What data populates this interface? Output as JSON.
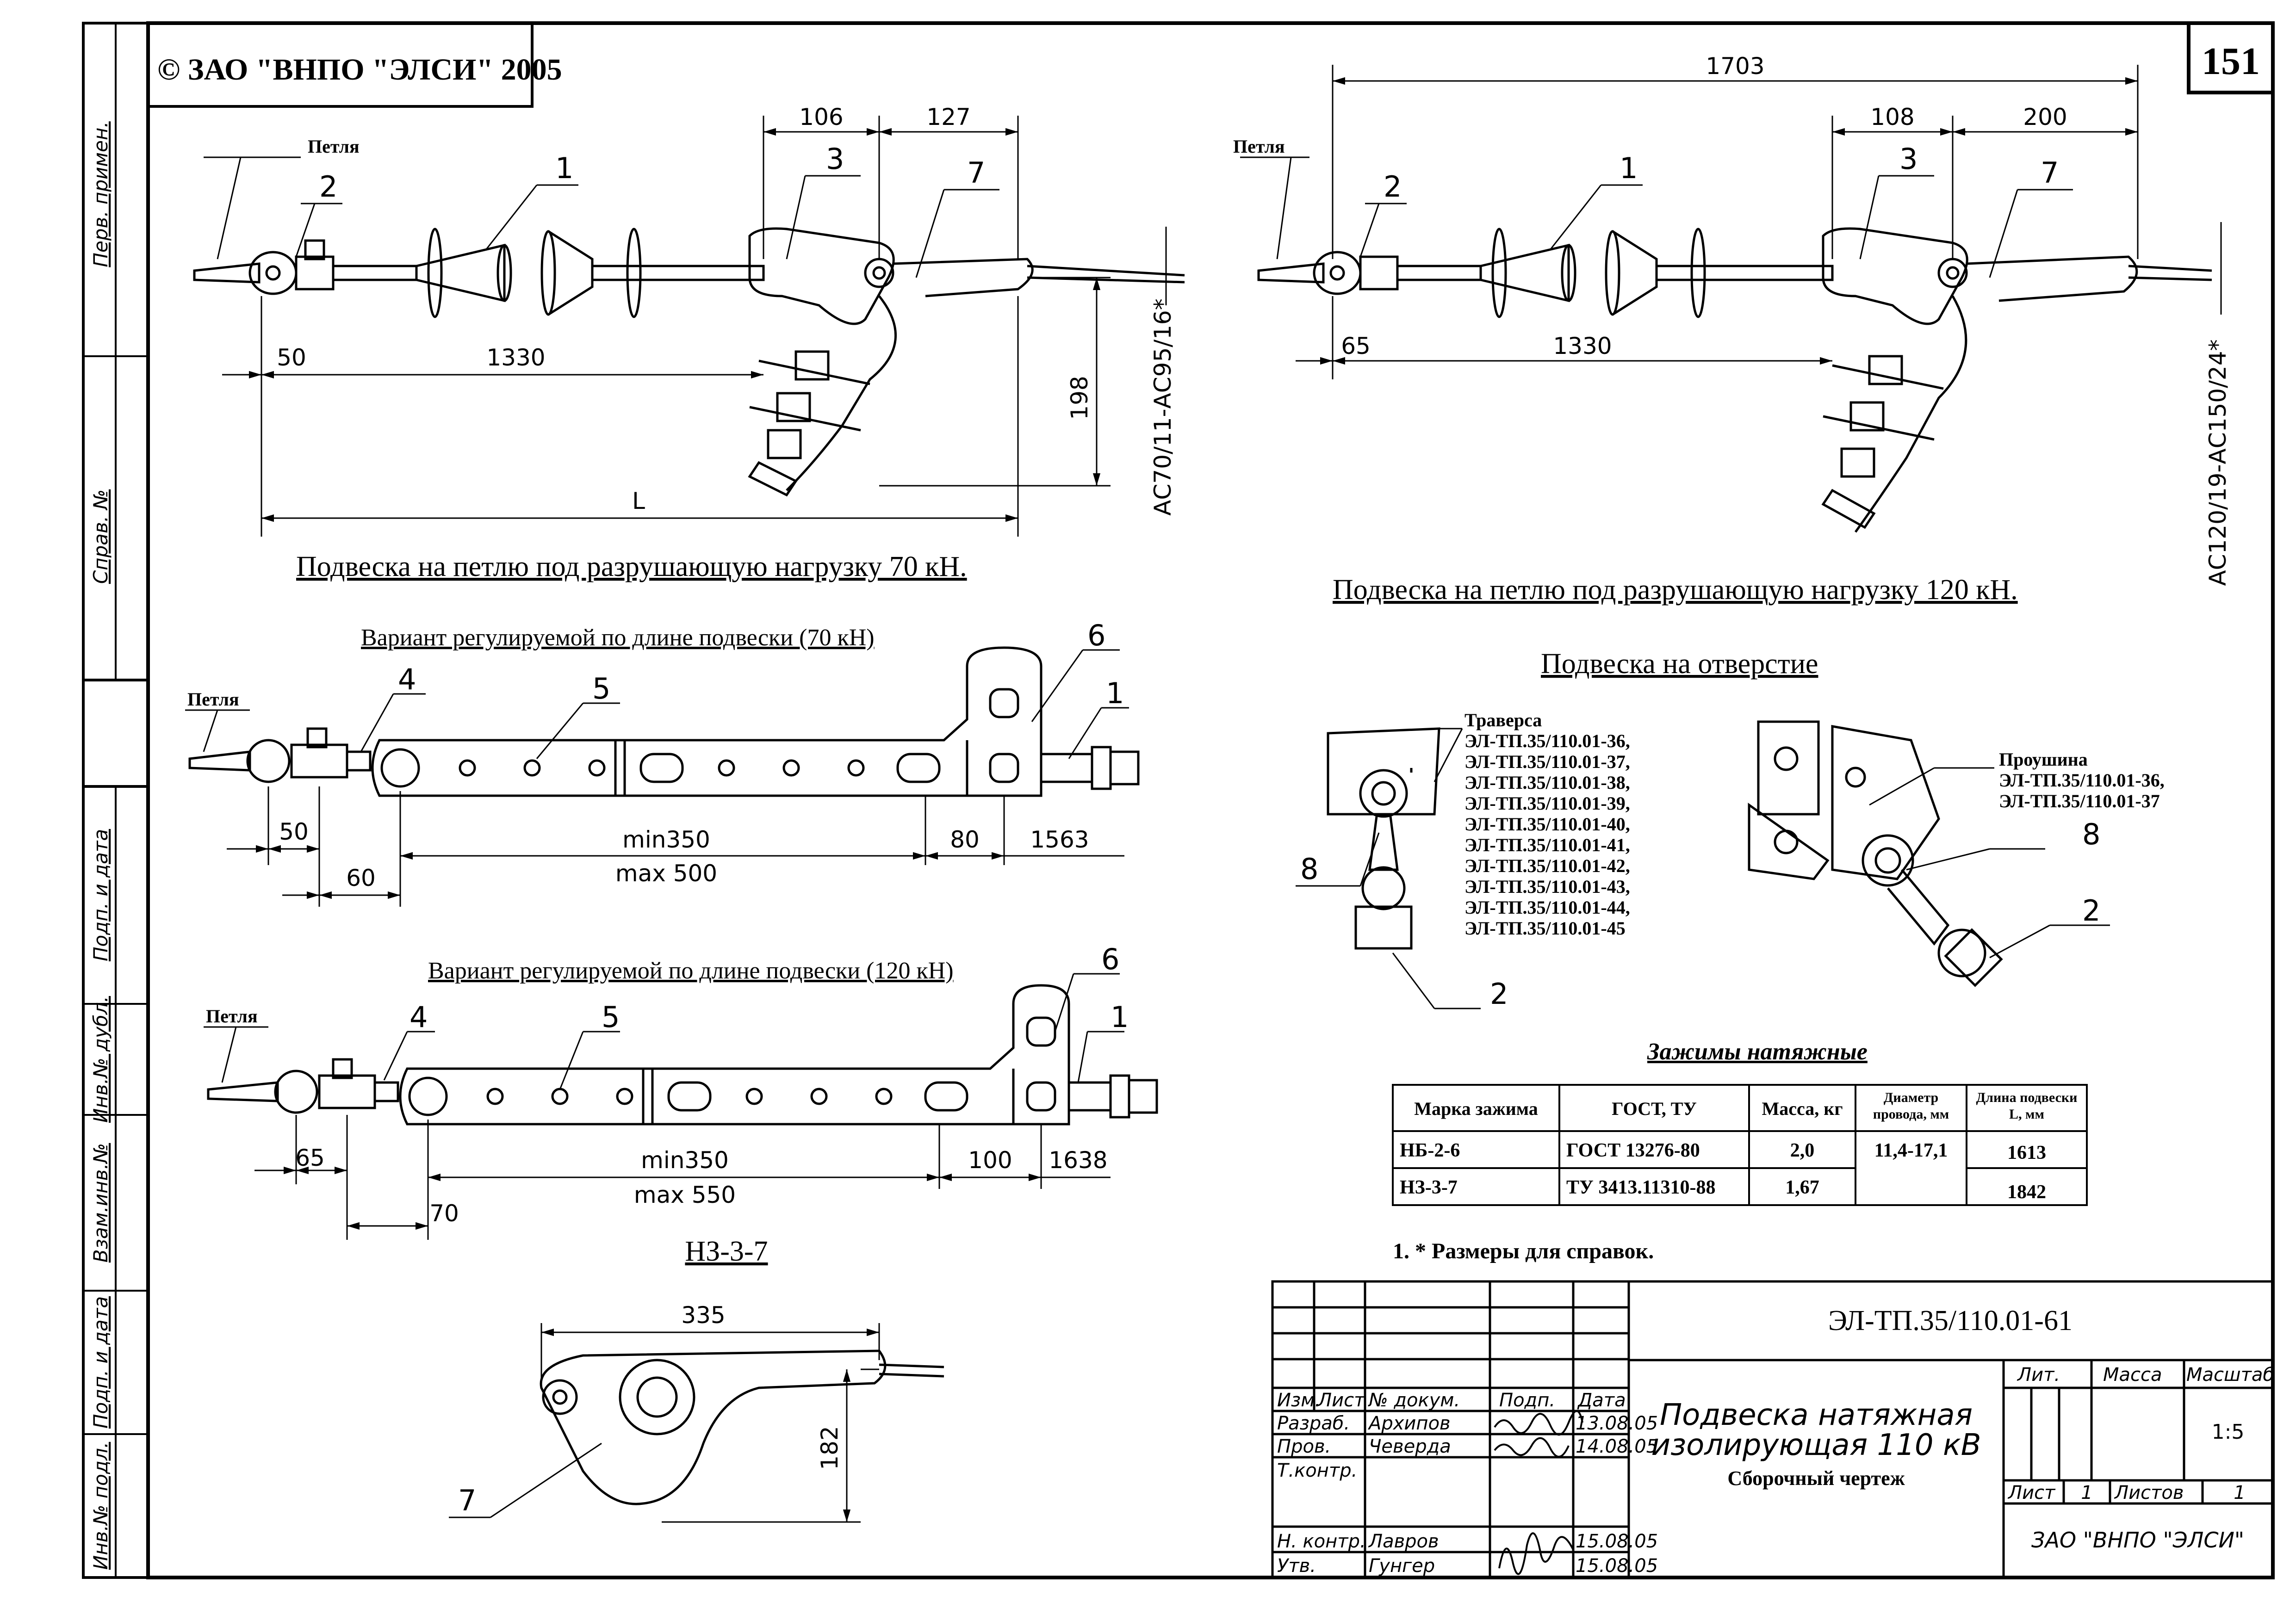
{
  "header": {
    "copyright": "© ЗАО \"ВНПО \"ЭЛСИ\" 2005",
    "page_number": "151"
  },
  "side_stamps": {
    "perv_primen": "Перв. примен.",
    "sprav_no": "Справ. №",
    "podp_data_1": "Подп. и дата",
    "inv_dubl": "Инв.№ дубл.",
    "vzam_inv": "Взам.инв.№",
    "podp_data_2": "Подп. и дата",
    "inv_podl": "Инв.№ подл."
  },
  "view_70": {
    "caption": "Подвеска на петлю под разрушающую нагрузку 70 кН.",
    "loop_label": "Петля",
    "dims": {
      "d106": "106",
      "d127": "127",
      "d50": "50",
      "d1330": "1330",
      "d198": "198",
      "dL": "L"
    },
    "wire": "АС70/11-АС95/16*",
    "callouts": [
      "1",
      "2",
      "3",
      "7"
    ]
  },
  "view_120": {
    "caption": "Подвеска на петлю под разрушающую нагрузку 120 кН.",
    "loop_label": "Петля",
    "dims": {
      "d1703": "1703",
      "d108": "108",
      "d200": "200",
      "d65": "65",
      "d1330": "1330"
    },
    "wire": "АС120/19-АС150/24*",
    "callouts": [
      "1",
      "2",
      "3",
      "7"
    ]
  },
  "adj_70": {
    "caption": "Вариант регулируемой по длине подвески (70 кН)",
    "loop_label": "Петля",
    "dims": {
      "d50": "50",
      "d60": "60",
      "min": "min350",
      "max": "max 500",
      "d80": "80",
      "d1563": "1563"
    },
    "callouts": [
      "4",
      "5",
      "6",
      "1"
    ]
  },
  "adj_120": {
    "caption": "Вариант регулируемой по длине подвески (120 кН)",
    "loop_label": "Петля",
    "dims": {
      "d65": "65",
      "d70": "70",
      "min": "min350",
      "max": "max 550",
      "d100": "100",
      "d1638": "1638"
    },
    "callouts": [
      "4",
      "5",
      "6",
      "1"
    ]
  },
  "clamp_nz": {
    "caption": "НЗ-3-7",
    "dims": {
      "d335": "335",
      "d182": "182"
    },
    "callout": "7"
  },
  "hole_mount": {
    "caption": "Подвеска на отверстие",
    "traverse_label": "Траверса",
    "traverse_codes": [
      "ЭЛ-ТП.35/110.01-36,",
      "ЭЛ-ТП.35/110.01-37,",
      "ЭЛ-ТП.35/110.01-38,",
      "ЭЛ-ТП.35/110.01-39,",
      "ЭЛ-ТП.35/110.01-40,",
      "ЭЛ-ТП.35/110.01-41,",
      "ЭЛ-ТП.35/110.01-42,",
      "ЭЛ-ТП.35/110.01-43,",
      "ЭЛ-ТП.35/110.01-44,",
      "ЭЛ-ТП.35/110.01-45"
    ],
    "eye_label": "Проушина",
    "eye_codes": [
      "ЭЛ-ТП.35/110.01-36,",
      "ЭЛ-ТП.35/110.01-37"
    ],
    "callouts": [
      "8",
      "2",
      "8",
      "2"
    ]
  },
  "clamp_table": {
    "title": "Зажимы натяжные",
    "headers": [
      "Марка зажима",
      "ГОСТ, ТУ",
      "Масса, кг",
      "Диаметр провода, мм",
      "Длина подвески L, мм"
    ],
    "rows": [
      [
        "НБ-2-6",
        "ГОСТ 13276-80",
        "2,0",
        "11,4-17,1",
        "1613"
      ],
      [
        "НЗ-3-7",
        "ТУ 3413.11310-88",
        "1,67",
        "",
        "1842"
      ]
    ]
  },
  "note": "1. * Размеры для справок.",
  "title_block": {
    "doc_code": "ЭЛ-ТП.35/110.01-61",
    "title_line1": "Подвеска натяжная",
    "title_line2": "изолирующая 110 кВ",
    "subtitle": "Сборочный чертеж",
    "col_headers": [
      "Изм.",
      "Лист",
      "№ докум.",
      "Подп.",
      "Дата"
    ],
    "roles": [
      {
        "role": "Разраб.",
        "name": "Архипов",
        "date": "13.08.05"
      },
      {
        "role": "Пров.",
        "name": "Чеверда",
        "date": "14.08.05"
      },
      {
        "role": "Т.контр.",
        "name": "",
        "date": ""
      },
      {
        "role": "",
        "name": "",
        "date": ""
      },
      {
        "role": "Н. контр.",
        "name": "Лавров",
        "date": "15.08.05"
      },
      {
        "role": "Утв.",
        "name": "Гунгер",
        "date": "15.08.05"
      }
    ],
    "lit_label": "Лит.",
    "mass_label": "Масса",
    "scale_label": "Масштаб",
    "scale": "1:5",
    "sheet_label": "Лист",
    "sheet": "1",
    "sheets_label": "Листов",
    "sheets": "1",
    "org": "ЗАО \"ВНПО \"ЭЛСИ\""
  }
}
